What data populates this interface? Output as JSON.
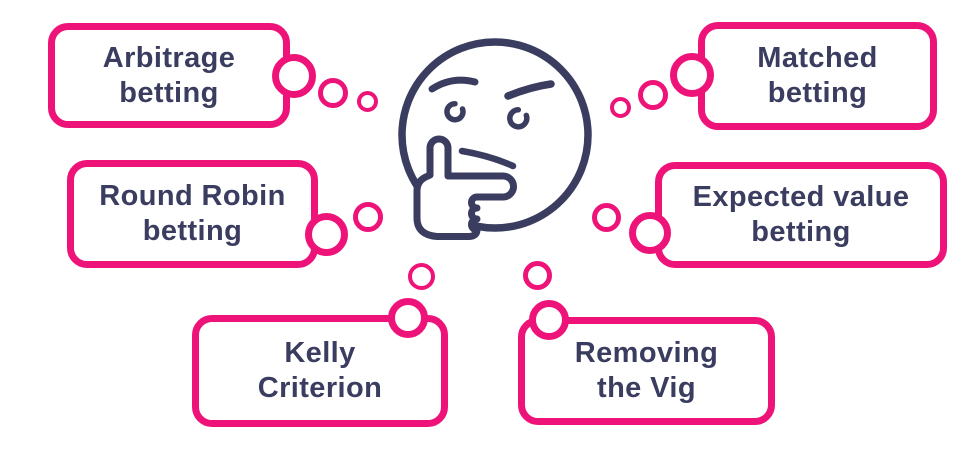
{
  "colors": {
    "pink": "#EE1379",
    "navy": "#3A3D5F",
    "background": "#FFFFFF"
  },
  "center": {
    "icon": "thinking-face-icon"
  },
  "bubbles": [
    {
      "id": "arbitrage",
      "label": "Arbitrage\nbetting",
      "position": "top-left"
    },
    {
      "id": "matched",
      "label": "Matched\nbetting",
      "position": "top-right"
    },
    {
      "id": "round-robin",
      "label": "Round Robin\nbetting",
      "position": "middle-left"
    },
    {
      "id": "expected-value",
      "label": "Expected value\nbetting",
      "position": "middle-right"
    },
    {
      "id": "kelly",
      "label": "Kelly\nCriterion",
      "position": "bottom-left"
    },
    {
      "id": "removing-vig",
      "label": "Removing\nthe Vig",
      "position": "bottom-right"
    }
  ]
}
